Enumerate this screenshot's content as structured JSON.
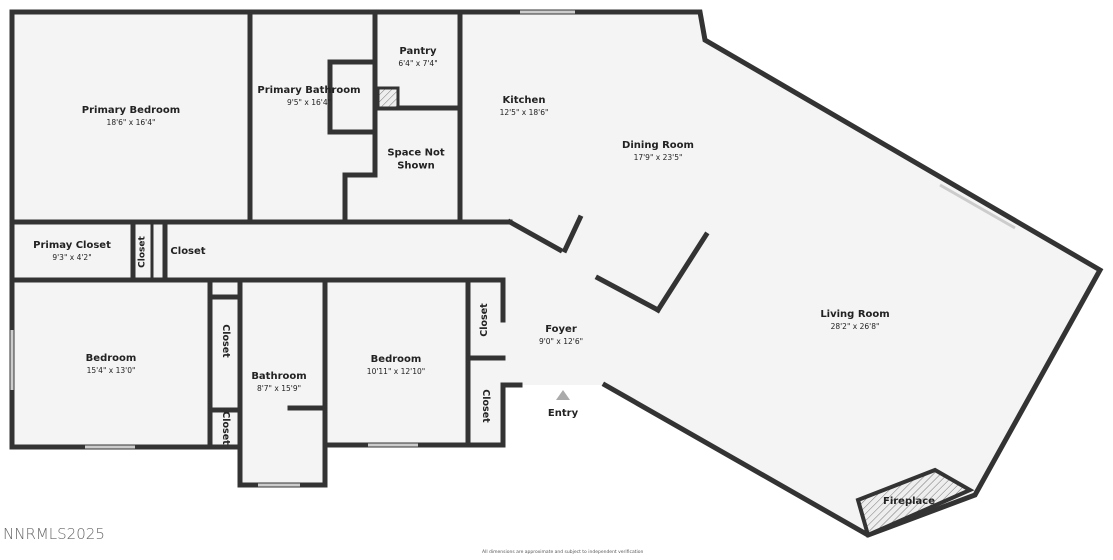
{
  "rooms": {
    "primary_bedroom": {
      "name": "Primary Bedroom",
      "dims": "18'6\" x 16'4\""
    },
    "primary_bathroom": {
      "name": "Primary Bathroom",
      "dims": "9'5\" x 16'4\""
    },
    "pantry": {
      "name": "Pantry",
      "dims": "6'4\" x 7'4\""
    },
    "kitchen": {
      "name": "Kitchen",
      "dims": "12'5\" x 18'6\""
    },
    "space_not_shown": {
      "name": "Space Not Shown"
    },
    "dining_room": {
      "name": "Dining Room",
      "dims": "17'9\" x 23'5\""
    },
    "primary_closet": {
      "name": "Primay Closet",
      "dims": "9'3\" x 4'2\""
    },
    "closet_a": {
      "name": "Closet"
    },
    "closet_b": {
      "name": "Closet"
    },
    "living_room": {
      "name": "Living Room",
      "dims": "28'2\" x 26'8\""
    },
    "bedroom_1": {
      "name": "Bedroom",
      "dims": "15'4\" x 13'0\""
    },
    "closet_c": {
      "name": "Closet"
    },
    "closet_d": {
      "name": "Closet"
    },
    "bathroom": {
      "name": "Bathroom",
      "dims": "8'7\" x 15'9\""
    },
    "bedroom_2": {
      "name": "Bedroom",
      "dims": "10'11\" x 12'10\""
    },
    "closet_e": {
      "name": "Closet"
    },
    "closet_f": {
      "name": "Closet"
    },
    "foyer": {
      "name": "Foyer",
      "dims": "9'0\" x 12'6\""
    },
    "entry": {
      "name": "Entry"
    },
    "fireplace": {
      "name": "Fireplace"
    }
  },
  "watermark": "NNRMLS2025",
  "disclaimer": "All dimensions are approximate and subject to independent verification",
  "colors": {
    "wall": "#333333",
    "floor": "#f4f4f4",
    "entry_marker": "#aaaaaa"
  }
}
